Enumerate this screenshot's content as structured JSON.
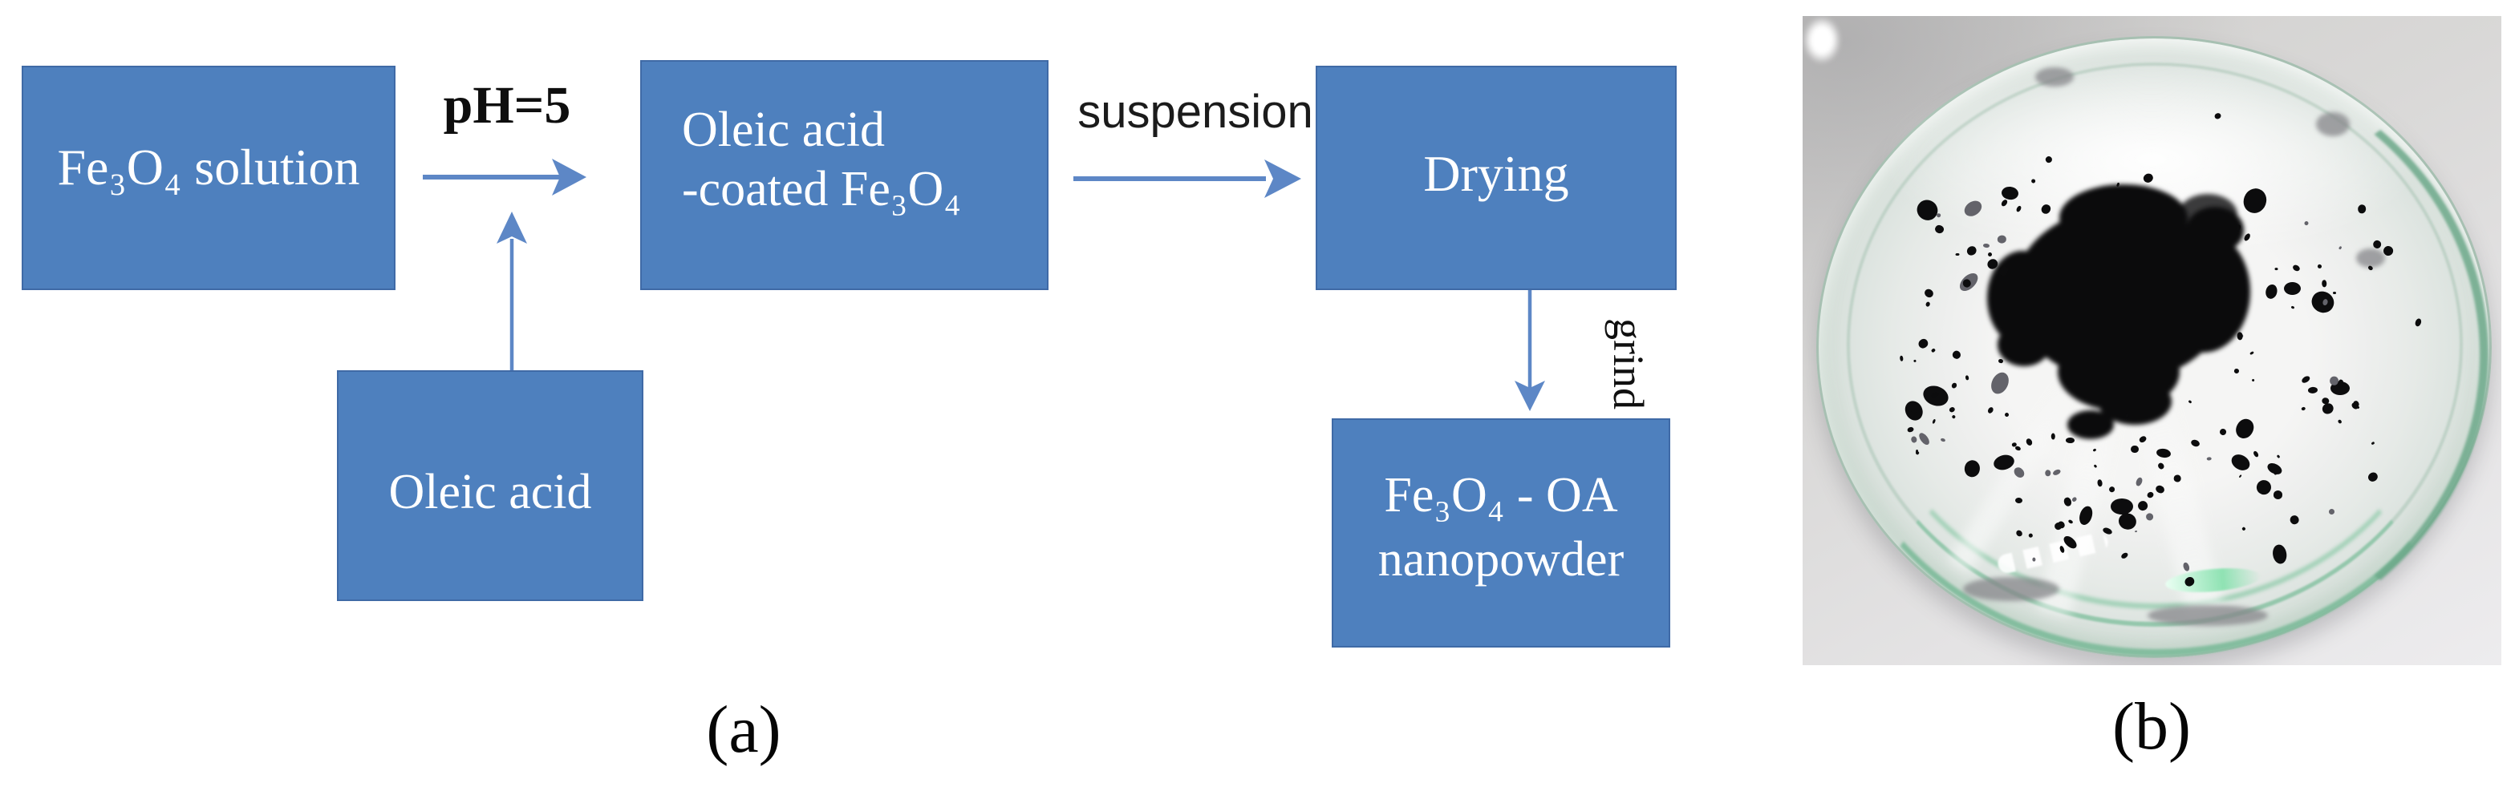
{
  "panel_a": {
    "label": "(a)",
    "boxes": {
      "fe3o4_solution": {
        "text": "Fe₃O₄ solution"
      },
      "oleic_coated": {
        "line1": "Oleic acid",
        "line2": "-coated Fe₃O₄"
      },
      "drying": {
        "text": "Drying"
      },
      "nanopowder": {
        "line1": "Fe₃O₄ - OA",
        "line2": "nanopowder"
      },
      "oleic_acid": {
        "text": "Oleic acid"
      }
    },
    "arrow_labels": {
      "ph": "pH=5",
      "suspension": "suspension",
      "grind": "grind"
    }
  },
  "panel_b": {
    "label": "(b)"
  },
  "colors": {
    "box_fill": "#4e80be",
    "box_border": "#3f6aa6",
    "arrow_blue": "#5d87c6",
    "box_text": "#ffffff",
    "label_text": "#111111",
    "photo_background": "#d9d8d7",
    "dish_glass_green": "#8cc9a8",
    "powder_black": "#0c0c0c"
  }
}
